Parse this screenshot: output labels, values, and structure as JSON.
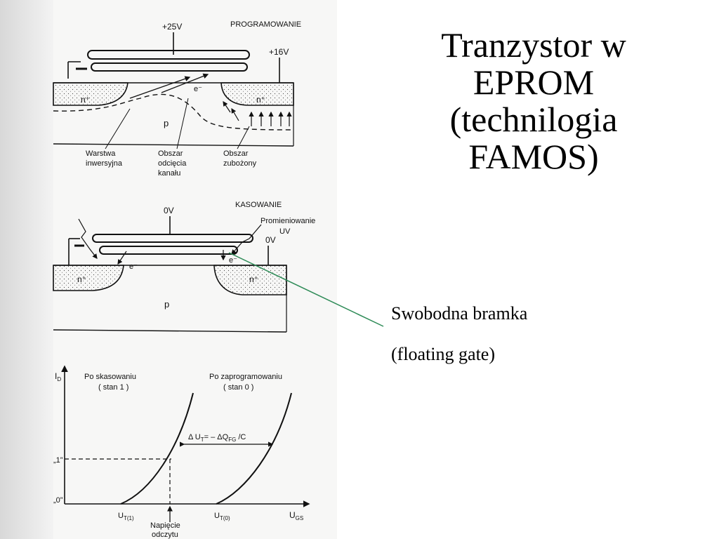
{
  "slide": {
    "title_lines": [
      "Tranzystor w",
      "EPROM",
      "(technilogia",
      "FAMOS)"
    ],
    "caption_line1": "Swobodna bramka",
    "caption_line2": "(floating gate)",
    "pointer_color": "#2e8b57"
  },
  "top_diagram": {
    "heading": "PROGRAMOWANIE",
    "gate_voltage": "+25V",
    "drain_voltage": "+16V",
    "n_plus": "n⁺",
    "p_region": "p",
    "electron": "e⁻",
    "warstwa_1": "Warstwa",
    "warstwa_2": "inwersyjna",
    "odciecie_1": "Obszar",
    "odciecie_2": "odcięcia",
    "odciecie_3": "kanału",
    "zubozony_1": "Obszar",
    "zubozony_2": "zubożony"
  },
  "middle_diagram": {
    "heading": "KASOWANIE",
    "gate_voltage": "0V",
    "drain_voltage": "0V",
    "uv_1": "Promieniowanie",
    "uv_2": "UV",
    "n_plus": "n⁺",
    "p_region": "p",
    "electron": "e⁻"
  },
  "graph": {
    "y_label": "I",
    "y_label_sub": "D",
    "x_label": "U",
    "x_label_sub": "GS",
    "level_1": "„1”",
    "level_0": "„0”",
    "erased_1": "Po skasowaniu",
    "erased_2": "( stan 1 )",
    "programmed_1": "Po zaprogramowaniu",
    "programmed_2": "( stan 0 )",
    "delta": "Δ U",
    "delta_sub": "T",
    "delta_eq": "= – ΔQ",
    "delta_sub2": "FG",
    "delta_tail": " /C",
    "ut1": "U",
    "ut1_sub": "T(1)",
    "ut0": "U",
    "ut0_sub": "T(0)",
    "read_1": "Napięcie",
    "read_2": "odczytu"
  }
}
